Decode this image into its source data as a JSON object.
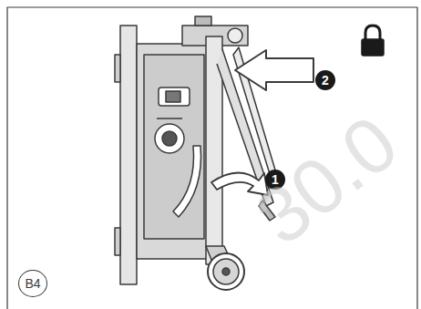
{
  "diagram": {
    "nodes": [
      {
        "text": [
          "B4"
        ]
      },
      {
        "text": [
          "1"
        ]
      },
      {
        "text": [
          "2"
        ]
      }
    ],
    "labels": [
      "30.0"
    ]
  }
}
